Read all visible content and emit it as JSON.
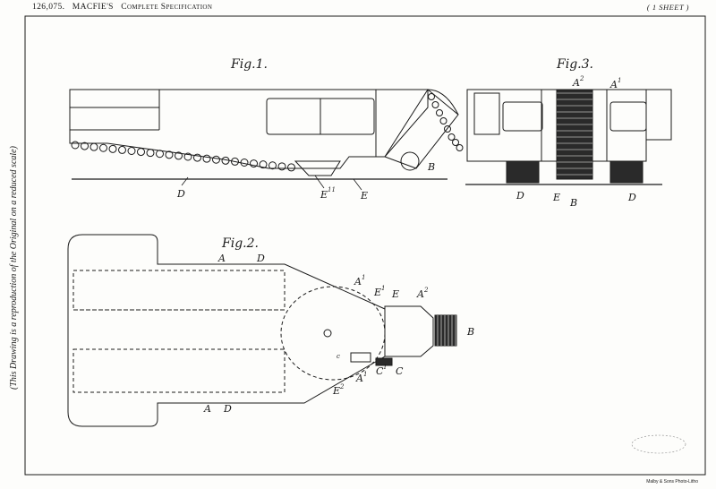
{
  "header": {
    "patent_number": "126,075.",
    "applicant": "MACFIE'S",
    "spec_title": "Complete Specification",
    "sheet_label": "( 1 SHEET )"
  },
  "side_note": "(This Drawing is a reproduction of the Original on a reduced scale)",
  "printer_mark": "Malby & Sons Photo-Litho",
  "fig1": {
    "title": "Fig.1.",
    "labels": {
      "D": "D",
      "E": "E",
      "E1": "E",
      "E1_sup": "11",
      "B": "B"
    }
  },
  "fig3": {
    "title": "Fig.3.",
    "labels": {
      "A2": "A",
      "A2_sup": "2",
      "A1": "A",
      "A1_sup": "1",
      "D_left": "D",
      "E": "E",
      "B": "B",
      "D_right": "D"
    }
  },
  "fig2": {
    "title": "Fig.2.",
    "labels": {
      "A_top": "A",
      "D_top": "D",
      "A1": "A",
      "A1_sup": "1",
      "E1": "E",
      "E1_sup": "1",
      "E": "E",
      "A2": "A",
      "A2_sup": "2",
      "B": "B",
      "C1": "C",
      "C1_sup": "1",
      "C": "C",
      "A1_low": "A",
      "A1_low_sup": "1",
      "E2": "E",
      "E2_sup": "2",
      "A_bot": "A",
      "D_bot": "D",
      "c_small": "c"
    }
  },
  "colors": {
    "ink": "#1a1a1a",
    "paper": "#fdfdfb"
  }
}
